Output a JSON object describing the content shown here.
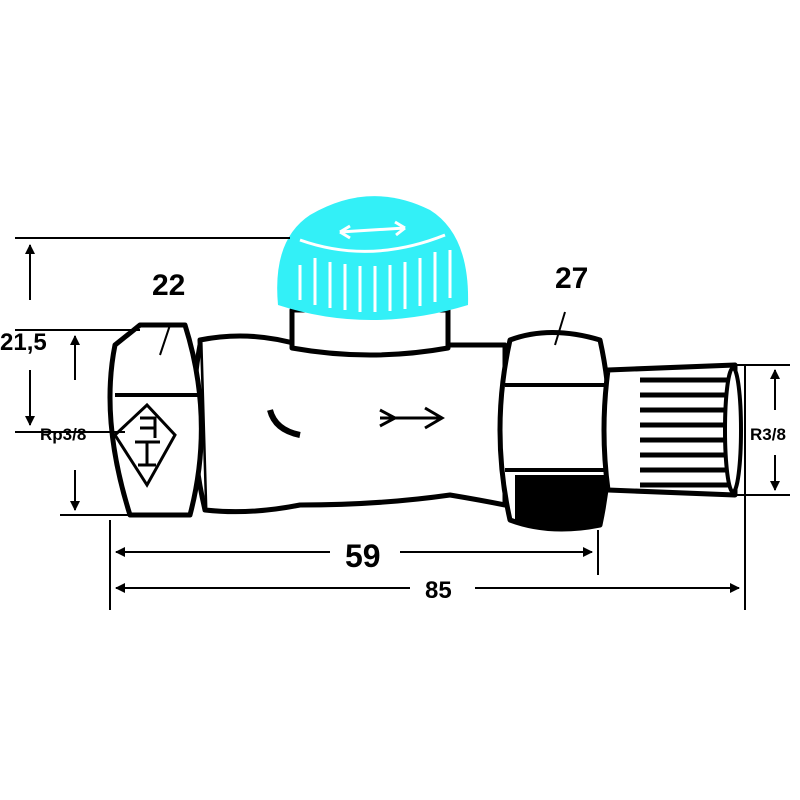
{
  "dimensions": {
    "hex_left": "22",
    "hex_right": "27",
    "height": "21,5",
    "thread_left": "Rp3/8",
    "thread_right": "R3/8",
    "length_inner": "59",
    "length_total": "85"
  },
  "logo": {
    "text": "TE"
  },
  "colors": {
    "cap": "#33f0f7",
    "line": "#000000"
  }
}
